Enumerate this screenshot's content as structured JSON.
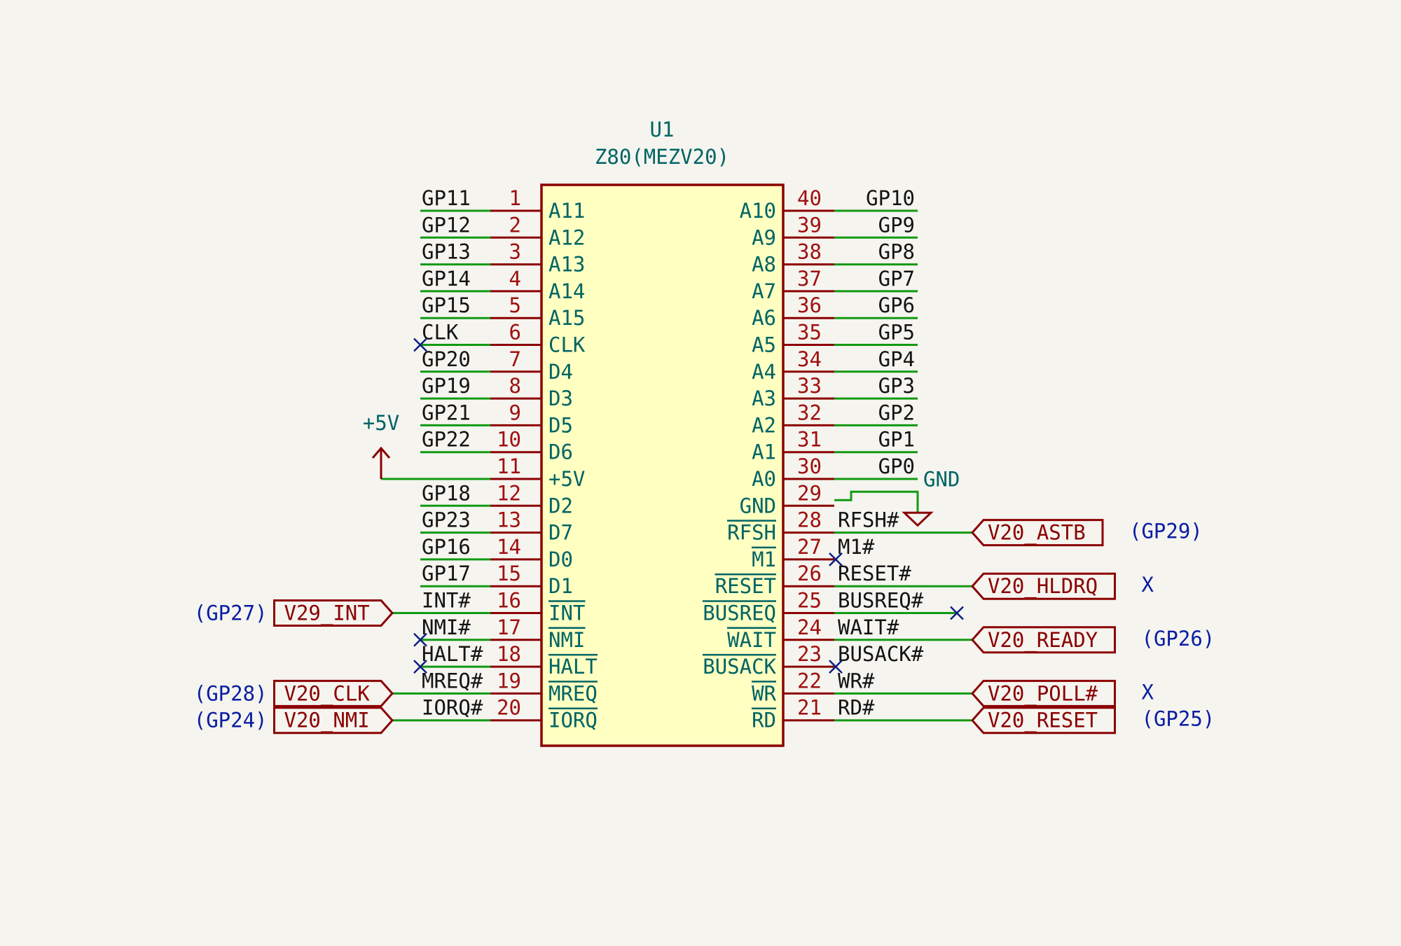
{
  "component": {
    "reference": "U1",
    "value": "Z80(MEZV20)"
  },
  "left_pins": [
    {
      "num": "1",
      "name": "A11",
      "net": "GP11"
    },
    {
      "num": "2",
      "name": "A12",
      "net": "GP12"
    },
    {
      "num": "3",
      "name": "A13",
      "net": "GP13"
    },
    {
      "num": "4",
      "name": "A14",
      "net": "GP14"
    },
    {
      "num": "5",
      "name": "A15",
      "net": "GP15"
    },
    {
      "num": "6",
      "name": "CLK",
      "net": "CLK",
      "nc": true
    },
    {
      "num": "7",
      "name": "D4",
      "net": "GP20"
    },
    {
      "num": "8",
      "name": "D3",
      "net": "GP19"
    },
    {
      "num": "9",
      "name": "D5",
      "net": "GP21"
    },
    {
      "num": "10",
      "name": "D6",
      "net": "GP22"
    },
    {
      "num": "11",
      "name": "+5V",
      "net": "",
      "power": "+5V"
    },
    {
      "num": "12",
      "name": "D2",
      "net": "GP18"
    },
    {
      "num": "13",
      "name": "D7",
      "net": "GP23"
    },
    {
      "num": "14",
      "name": "D0",
      "net": "GP16"
    },
    {
      "num": "15",
      "name": "D1",
      "net": "GP17"
    },
    {
      "num": "16",
      "name": "INT",
      "net": "INT#",
      "overline": true,
      "label": "V29_INT",
      "note": "(GP27)"
    },
    {
      "num": "17",
      "name": "NMI",
      "net": "NMI#",
      "overline": true,
      "nc": true
    },
    {
      "num": "18",
      "name": "HALT",
      "net": "HALT#",
      "overline": true,
      "nc": true
    },
    {
      "num": "19",
      "name": "MREQ",
      "net": "MREQ#",
      "overline": true,
      "label": "V20_CLK",
      "note": "(GP28)"
    },
    {
      "num": "20",
      "name": "IORQ",
      "net": "IORQ#",
      "overline": true,
      "label": "V20_NMI",
      "note": "(GP24)"
    }
  ],
  "right_pins": [
    {
      "num": "40",
      "name": "A10",
      "net": "GP10"
    },
    {
      "num": "39",
      "name": "A9",
      "net": "GP9"
    },
    {
      "num": "38",
      "name": "A8",
      "net": "GP8"
    },
    {
      "num": "37",
      "name": "A7",
      "net": "GP7"
    },
    {
      "num": "36",
      "name": "A6",
      "net": "GP6"
    },
    {
      "num": "35",
      "name": "A5",
      "net": "GP5"
    },
    {
      "num": "34",
      "name": "A4",
      "net": "GP4"
    },
    {
      "num": "33",
      "name": "A3",
      "net": "GP3"
    },
    {
      "num": "32",
      "name": "A2",
      "net": "GP2"
    },
    {
      "num": "31",
      "name": "A1",
      "net": "GP1"
    },
    {
      "num": "30",
      "name": "A0",
      "net": "GP0"
    },
    {
      "num": "29",
      "name": "GND",
      "net": "",
      "power": "GND"
    },
    {
      "num": "28",
      "name": "RFSH",
      "net": "RFSH#",
      "overline": true,
      "label": "V20_ASTB",
      "note": "(GP29)"
    },
    {
      "num": "27",
      "name": "M1",
      "net": "M1#",
      "overline": true,
      "nc": true
    },
    {
      "num": "26",
      "name": "RESET",
      "net": "RESET#",
      "overline": true,
      "label": "V20_HLDRQ",
      "note": "X"
    },
    {
      "num": "25",
      "name": "BUSREQ",
      "net": "BUSREQ#",
      "overline": true,
      "nc": true
    },
    {
      "num": "24",
      "name": "WAIT",
      "net": "WAIT#",
      "overline": true,
      "label": "V20_READY",
      "note": "(GP26)"
    },
    {
      "num": "23",
      "name": "BUSACK",
      "net": "BUSACK#",
      "overline": true,
      "nc": true
    },
    {
      "num": "22",
      "name": "WR",
      "net": "WR#",
      "overline": true,
      "label": "V20_POLL#",
      "note": "X"
    },
    {
      "num": "21",
      "name": "RD",
      "net": "RD#",
      "overline": true,
      "label": "V20_RESET",
      "note": "(GP25)"
    }
  ],
  "colors": {
    "background": "#f5f4ef",
    "body_fill": "#ffffc2",
    "body_stroke": "#8b0000",
    "wire": "#129a12",
    "pin_text": "#006464",
    "pin_number": "#a01010",
    "net_text": "#141414",
    "annotation": "#0a1ea0",
    "no_connect": "#0a1e82"
  }
}
